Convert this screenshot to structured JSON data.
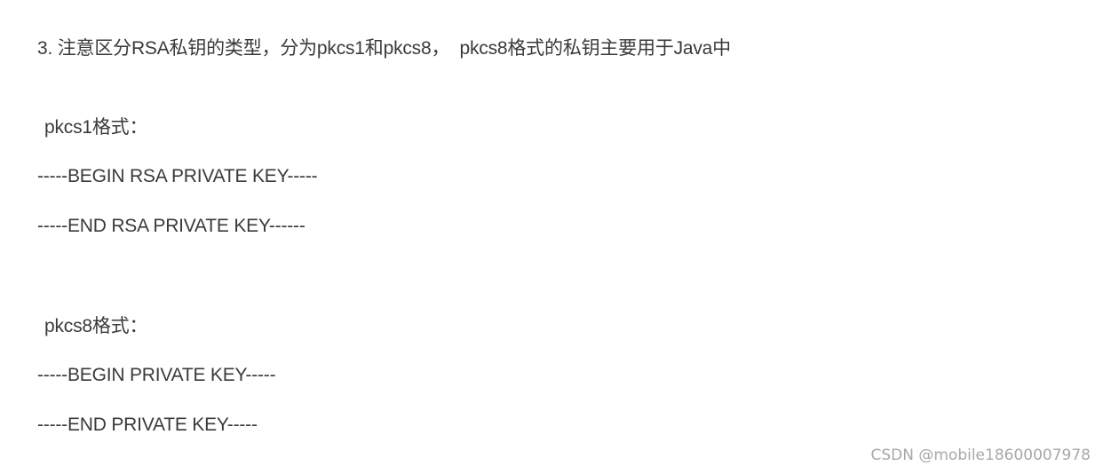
{
  "document": {
    "heading": "3. 注意区分RSA私钥的类型，分为pkcs1和pkcs8，  pkcs8格式的私钥主要用于Java中",
    "sections": [
      {
        "label": "pkcs1格式：",
        "begin_line": "-----BEGIN RSA PRIVATE KEY-----",
        "end_line": "-----END RSA PRIVATE KEY------"
      },
      {
        "label": "pkcs8格式：",
        "begin_line": "-----BEGIN PRIVATE KEY-----",
        "end_line": "-----END PRIVATE KEY-----"
      }
    ]
  },
  "watermark": {
    "text": "CSDN @mobile18600007978"
  }
}
